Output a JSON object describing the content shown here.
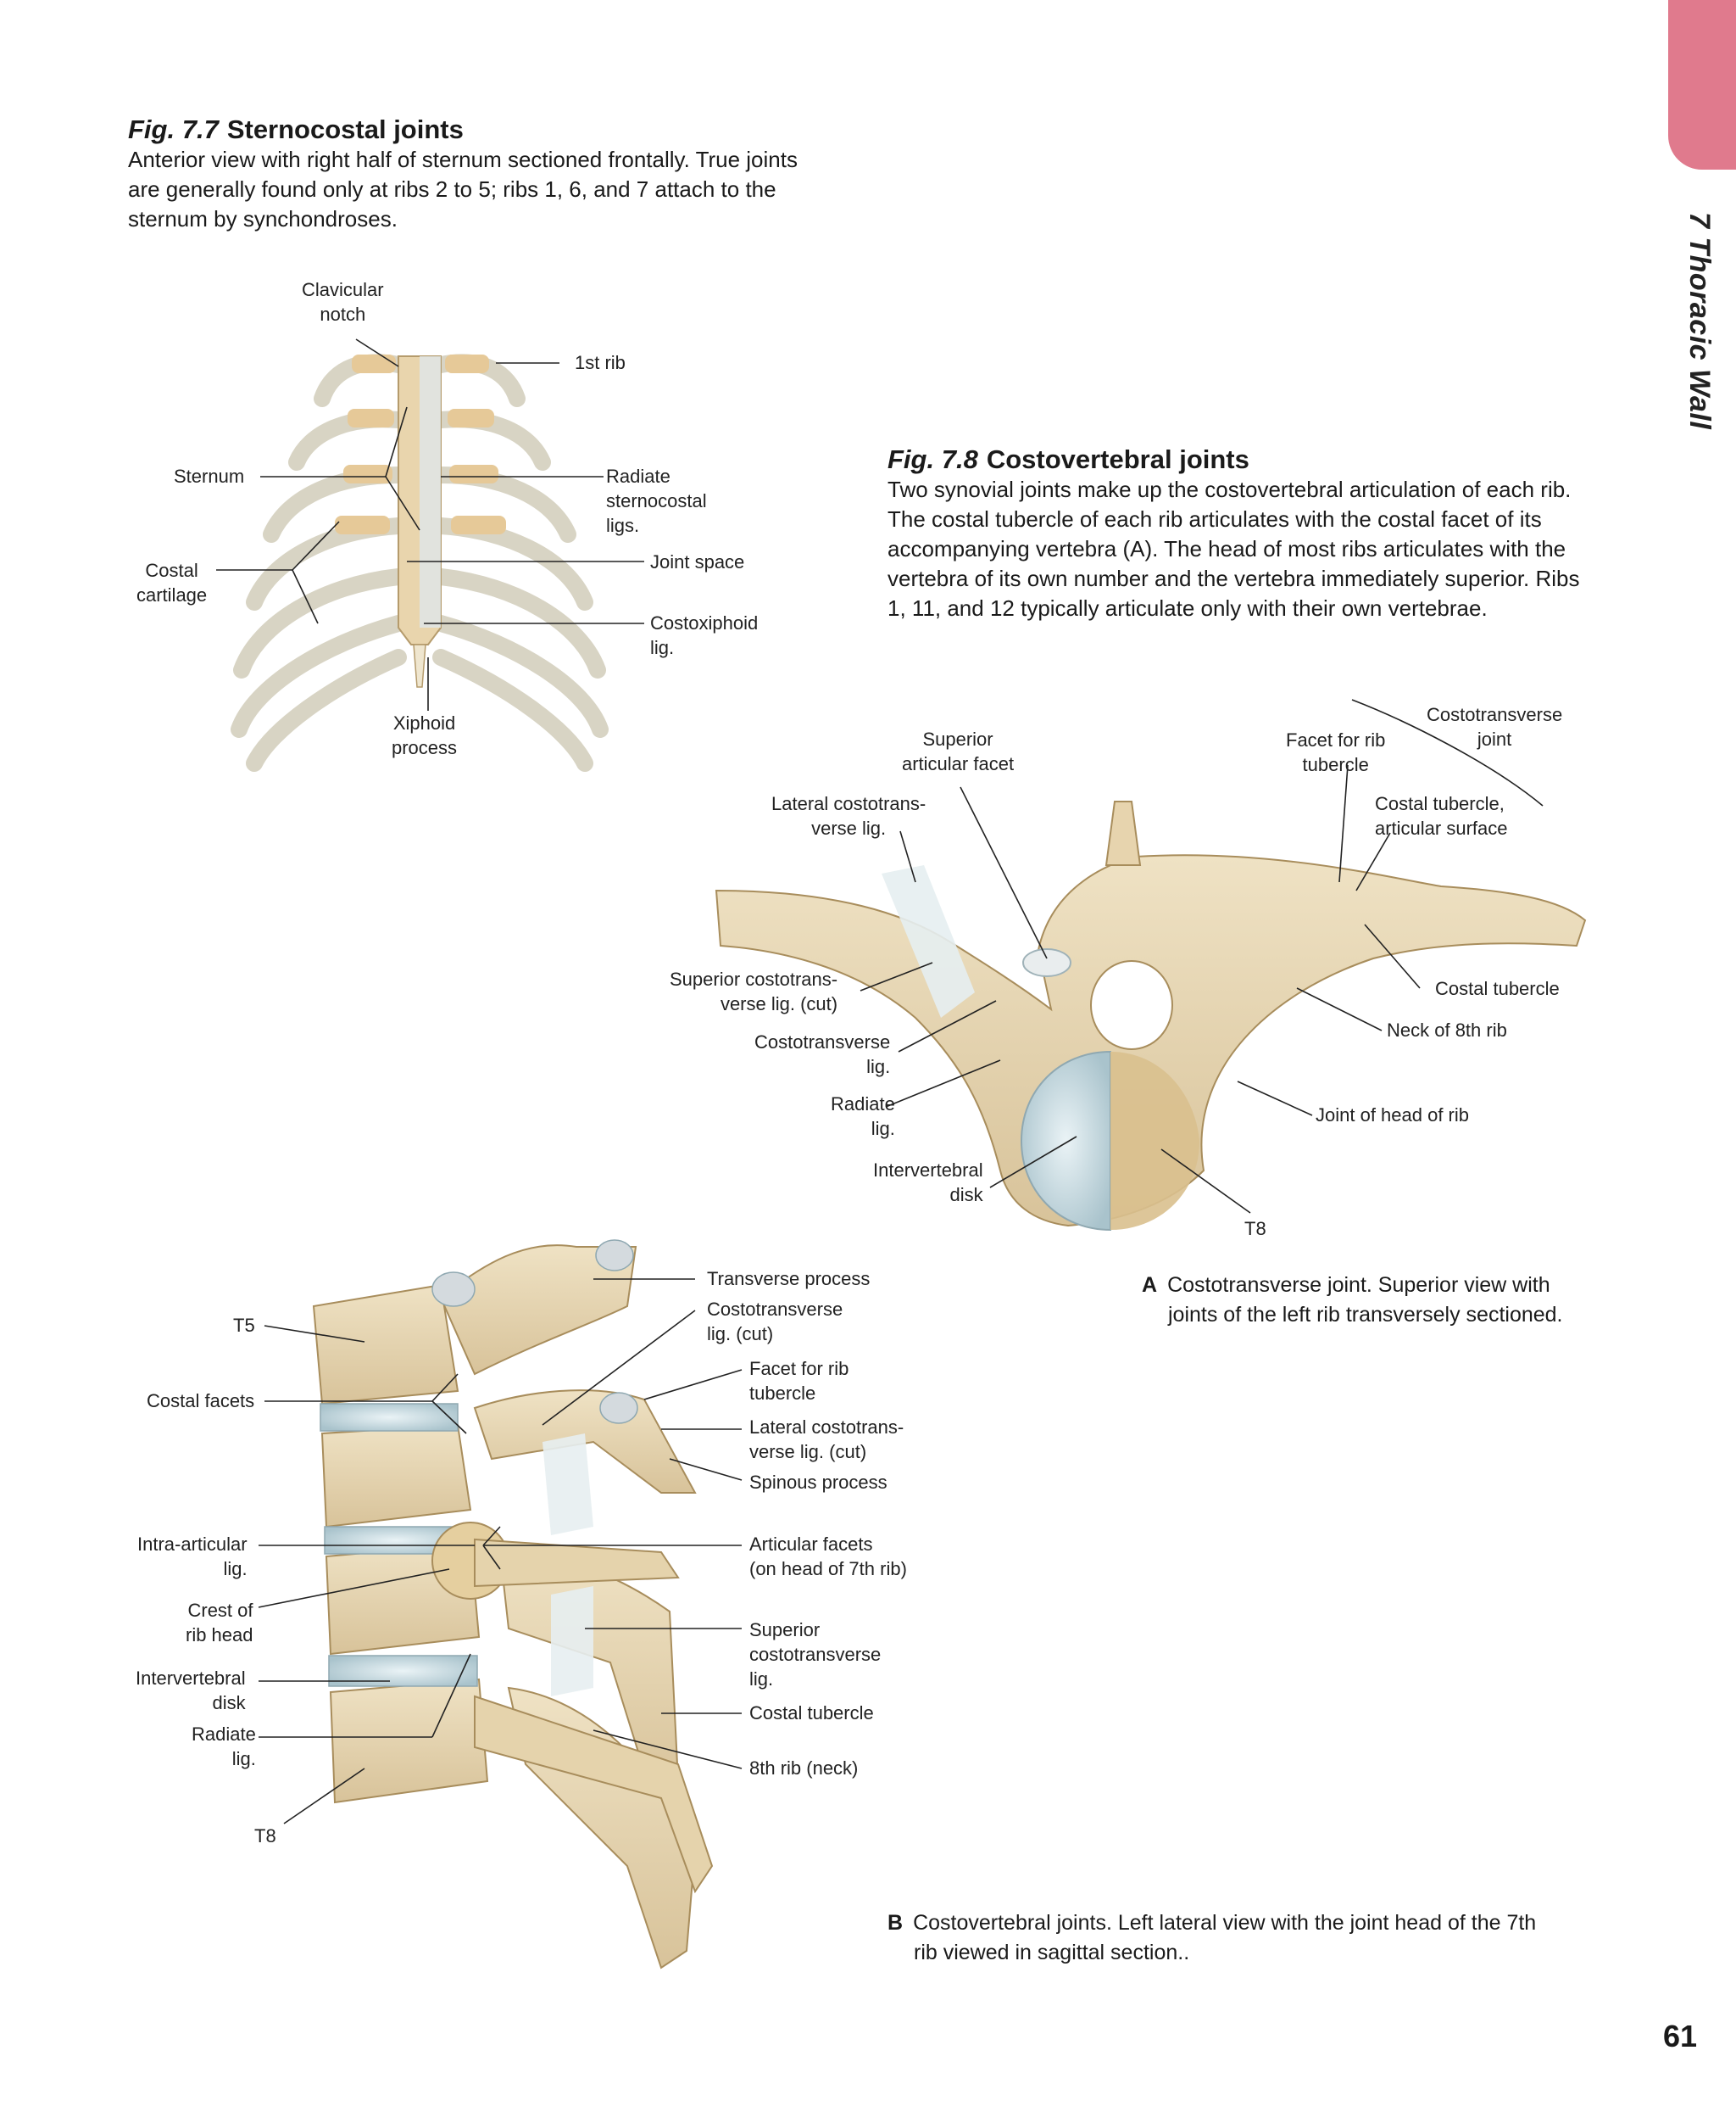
{
  "side_tab": {
    "title": "7 Thoracic Wall",
    "color": "#e07a8d"
  },
  "page_number": "61",
  "fig77": {
    "number": "Fig. 7.7",
    "title": "Sternocostal joints",
    "caption": [
      "Anterior view with right half of sternum sectioned frontally. True joints",
      "are generally found only at ribs 2 to 5; ribs 1, 6, and 7 attach to the",
      "sternum by synchondroses."
    ],
    "labels": {
      "clavicular_notch": [
        "Clavicular",
        "notch"
      ],
      "first_rib": "1st rib",
      "sternum": "Sternum",
      "radiate": [
        "Radiate",
        "sternocostal",
        "ligs."
      ],
      "joint_space": "Joint space",
      "costal_cartilage": [
        "Costal",
        "cartilage"
      ],
      "costoxiphoid": [
        "Costoxiphoid",
        "lig."
      ],
      "xiphoid": [
        "Xiphoid",
        "process"
      ]
    }
  },
  "fig78": {
    "number": "Fig. 7.8",
    "title": "Costovertebral joints",
    "caption": [
      "Two synovial joints make up the costovertebral articulation of each rib.",
      "The costal tubercle of each rib articulates with the costal facet of its",
      "accompanying vertebra (A). The head of most ribs articulates with the",
      "vertebra of its own number and the vertebra immediately superior. Ribs",
      "1, 11, and 12 typically articulate only with their own vertebrae."
    ],
    "partA": {
      "letter": "A",
      "caption": [
        "Costotransverse joint. Superior view with",
        "joints of the left rib transversely sectioned."
      ],
      "labels": {
        "costotransverse_joint": [
          "Costotransverse",
          "joint"
        ],
        "facet_rib_tubercle": [
          "Facet for rib",
          "tubercle"
        ],
        "superior_articular_facet": [
          "Superior",
          "articular facet"
        ],
        "lateral_costotransverse": [
          "Lateral costotrans-",
          "verse lig."
        ],
        "costal_tubercle_articular": [
          "Costal tubercle,",
          "articular surface"
        ],
        "superior_costotransverse_cut": [
          "Superior costotrans-",
          "verse lig. (cut)"
        ],
        "costal_tubercle": "Costal tubercle",
        "neck_8th_rib": "Neck of 8th rib",
        "costotransverse_lig": [
          "Costotransverse",
          "lig."
        ],
        "radiate_lig": [
          "Radiate",
          "lig."
        ],
        "joint_head_rib": "Joint of head of rib",
        "intervertebral_disk": [
          "Intervertebral",
          "disk"
        ],
        "t8": "T8"
      }
    },
    "partB": {
      "letter": "B",
      "caption": [
        "Costovertebral joints. Left lateral view with the joint head of the 7th",
        "rib viewed in sagittal section.."
      ],
      "labels": {
        "transverse_process": "Transverse process",
        "t5": "T5",
        "costotransverse_cut": [
          "Costotransverse",
          "lig. (cut)"
        ],
        "facet_rib_tubercle": [
          "Facet for rib",
          "tubercle"
        ],
        "costal_facets": "Costal facets",
        "lateral_costotrans_cut": [
          "Lateral costotrans-",
          "verse lig. (cut)"
        ],
        "spinous_process": "Spinous process",
        "intra_articular": [
          "Intra-articular",
          "lig."
        ],
        "articular_facets": [
          "Articular facets",
          "(on head of 7th rib)"
        ],
        "crest_rib_head": [
          "Crest of",
          "rib head"
        ],
        "superior_costotransverse": [
          "Superior",
          "costotransverse",
          "lig."
        ],
        "intervertebral_disk": [
          "Intervertebral",
          "disk"
        ],
        "costal_tubercle": "Costal tubercle",
        "radiate_lig": [
          "Radiate",
          "lig."
        ],
        "rib8_neck": "8th rib (neck)",
        "t8": "T8"
      }
    }
  }
}
